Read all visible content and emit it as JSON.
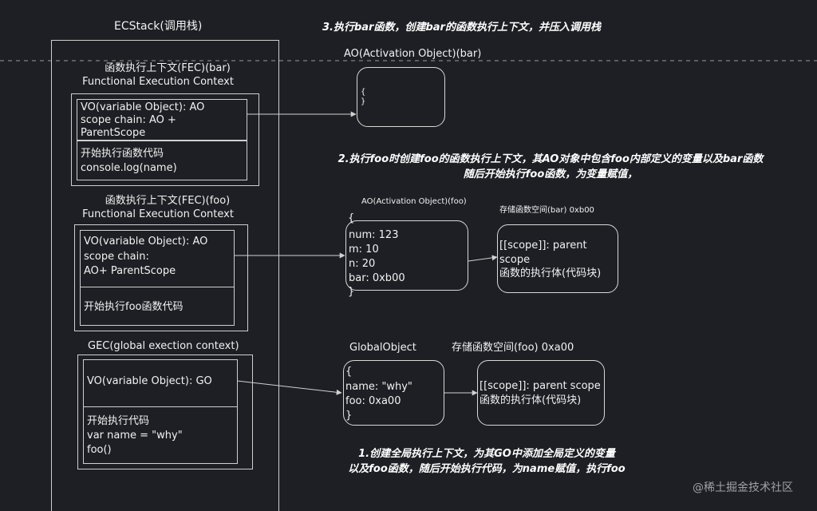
{
  "ecstack_title": "ECStack(调用栈)",
  "fec_bar": {
    "title_line1": "函数执行上下文(FEC)(bar)",
    "title_line2": "Functional Execution Context",
    "vo_line1": "VO(variable Object): AO",
    "vo_line2": "scope chain: AO +",
    "vo_line3": "ParentScope",
    "code_line1": "开始执行函数代码",
    "code_line2": "console.log(name)"
  },
  "fec_foo": {
    "title_line1": "函数执行上下文(FEC)(foo)",
    "title_line2": "Functional Execution Context",
    "vo_line1": "VO(variable Object): AO",
    "vo_line2": "scope chain:",
    "vo_line3": "AO+ ParentScope",
    "code_line1": "开始执行foo函数代码"
  },
  "gec": {
    "title": "GEC(global exection context)",
    "vo_line": "VO(variable Object): GO",
    "code_line1": "开始执行代码",
    "code_line2": "var name = \"why\"",
    "code_line3": "foo()"
  },
  "ao_bar": {
    "title": "AO(Activation Object)(bar)",
    "open": "{",
    "close": "}"
  },
  "ao_foo": {
    "title": "AO(Activation Object)(foo)",
    "open": "{",
    "line1": "num: 123",
    "line2": "m: 10",
    "line3": "n: 20",
    "line4": "bar: 0xb00",
    "close": "}"
  },
  "bar_space": {
    "title": "存储函数空间(bar) 0xb00",
    "line1": "[[scope]]: parent",
    "line2": "scope",
    "line3": "函数的执行体(代码块)"
  },
  "global_object": {
    "title": "GlobalObject",
    "open": "{",
    "line1": "name: \"why\"",
    "line2": "foo: 0xa00",
    "close": "}"
  },
  "foo_space": {
    "title": "存储函数空间(foo) 0xa00",
    "line1": "[[scope]]: parent scope",
    "line2": "函数的执行体(代码块)"
  },
  "notes": {
    "step3": "3.执行bar函数，创建bar的函数执行上下文，并压入调用栈",
    "step2_line1": "2.执行foo时创建foo的函数执行上下文，其AO对象中包含foo内部定义的变量以及bar函数",
    "step2_line2": "随后开始执行foo函数，为变量赋值，",
    "step1_line1": "1.创建全局执行上下文，为其GO中添加全局定义的变量",
    "step1_line2": "以及foo函数，随后开始执行代码，为name赋值，执行foo"
  },
  "watermark": "@稀土掘金技术社区",
  "colors": {
    "background": "#1e1f24",
    "stroke": "#cfcfcf",
    "text": "#f2f2f2"
  }
}
